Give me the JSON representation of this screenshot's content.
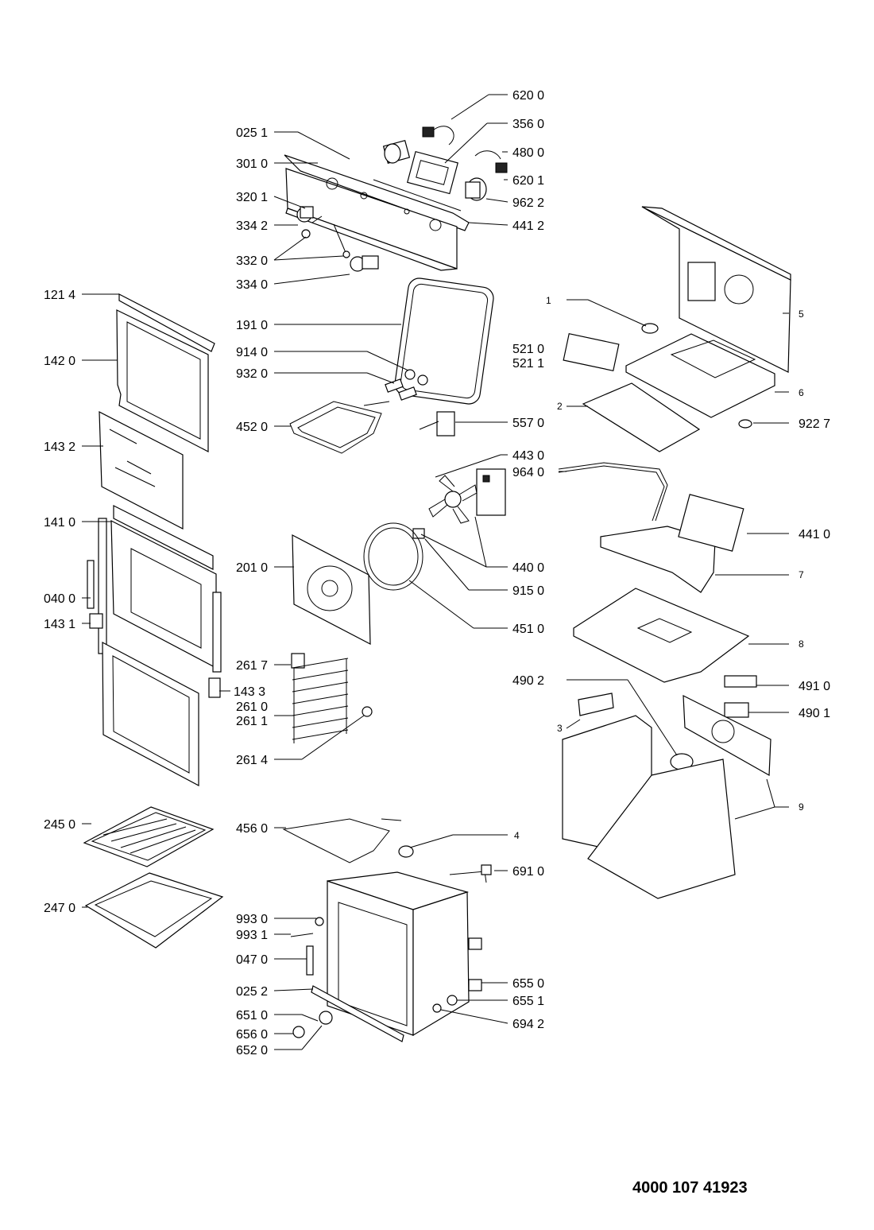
{
  "document_number": "4000 107 41923",
  "part_labels": {
    "p6200": "620 0",
    "p0251": "025 1",
    "p3560": "356 0",
    "p4800": "480 0",
    "p3010": "301 0",
    "p6201": "620 1",
    "p3201": "320 1",
    "p9622": "962 2",
    "p3342": "334 2",
    "p4412": "441 2",
    "p3320": "332 0",
    "p3340": "334 0",
    "p1214": "121 4",
    "p1910": "191 0",
    "p1": "1",
    "p5": "5",
    "p1420": "142 0",
    "p9140": "914 0",
    "p5210": "521 0",
    "p5211": "521 1",
    "p9320": "932 0",
    "p2": "2",
    "p6": "6",
    "p4520": "452 0",
    "p5570": "557 0",
    "p9227": "922 7",
    "p1432": "143 2",
    "p4430": "443 0",
    "p9640": "964 0",
    "p1410": "141 0",
    "p4410": "441 0",
    "p2010": "201 0",
    "p4400": "440 0",
    "p7": "7",
    "p0400": "040 0",
    "p9150": "915 0",
    "p1431": "143 1",
    "p4510": "451 0",
    "p8": "8",
    "p2617": "261 7",
    "p4902": "490 2",
    "p1433": "143 3",
    "p4910": "491 0",
    "p2610": "261 0",
    "p2611": "261 1",
    "p4901": "490 1",
    "p3": "3",
    "p2614": "261 4",
    "p9": "9",
    "p2450": "245 0",
    "p4560": "456 0",
    "p4": "4",
    "p6910": "691 0",
    "p2470": "247 0",
    "p9930": "993 0",
    "p9931": "993 1",
    "p0470": "047 0",
    "p6550": "655 0",
    "p0252": "025 2",
    "p6551": "655 1",
    "p6510": "651 0",
    "p6942": "694 2",
    "p6560": "656 0",
    "p6520": "652 0"
  }
}
